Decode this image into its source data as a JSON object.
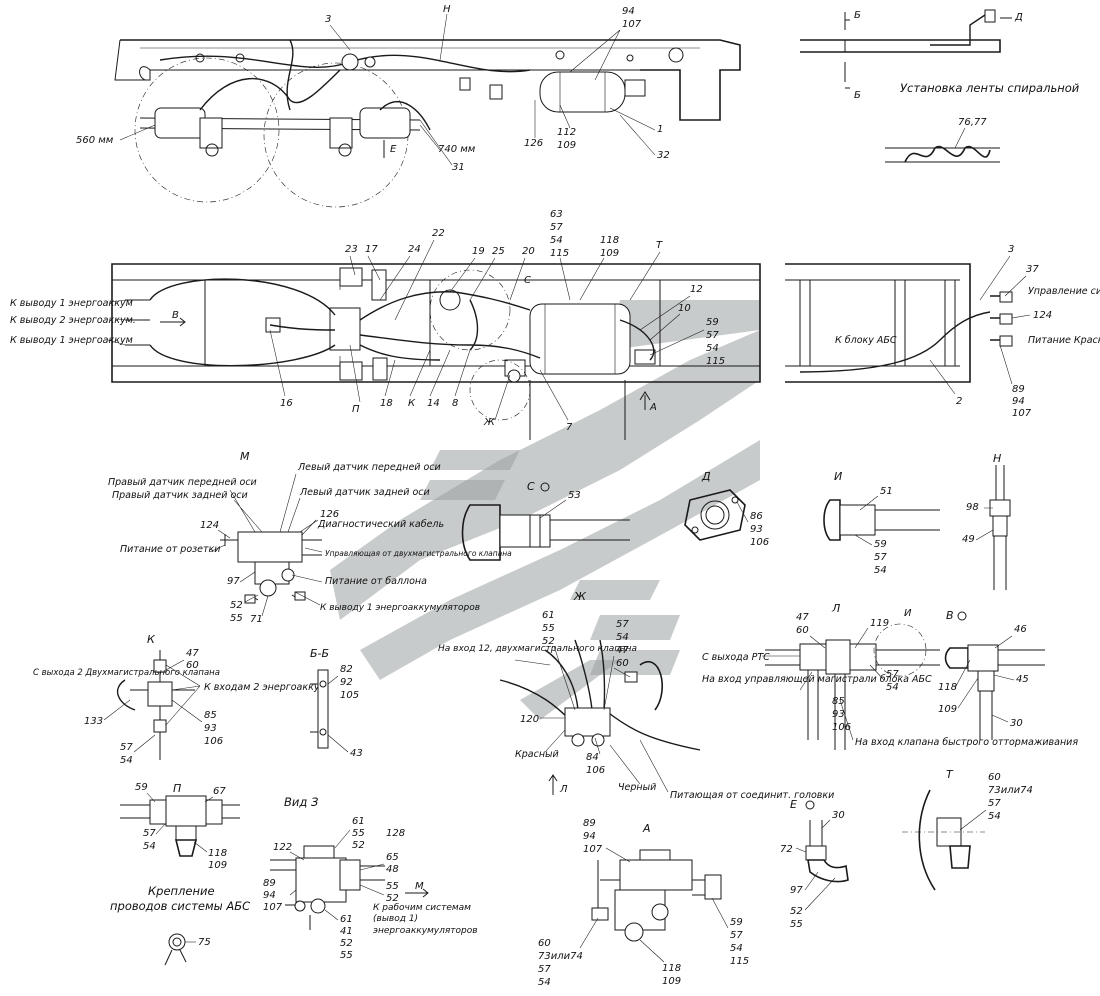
{
  "top_view": {
    "dim_560": "560 мм",
    "dim_740": "740 мм",
    "section_marks": {
      "b": "Б",
      "d": "Д",
      "e": "Е",
      "n": "Н",
      "three": "3"
    },
    "pos": [
      "94",
      "107",
      "126",
      "112",
      "109",
      "1",
      "32",
      "31"
    ]
  },
  "spiral": {
    "title": "Установка ленты спиральной",
    "pos": "76,77"
  },
  "plan_view": {
    "left_labels": [
      "К выводу 1 энергоаккум",
      "К выводу 2 энергоаккум.",
      "К выводу 1 энергоаккум"
    ],
    "arrow_v": "В",
    "top_pos": [
      "23",
      "17",
      "24",
      "22",
      "19",
      "25",
      "20",
      "63",
      "57",
      "54",
      "115",
      "118",
      "109",
      "Т",
      "С",
      "12",
      "10"
    ],
    "bottom_pos": [
      "16",
      "П",
      "18",
      "К",
      "14",
      "8",
      "Ж",
      "7",
      "А"
    ],
    "mid_pos": [
      "59",
      "57",
      "54",
      "115"
    ],
    "abs_label": "К блоку АБС",
    "right_labels": [
      "Управление синий",
      "Питание Красный"
    ],
    "right_pos": [
      "3",
      "37",
      "124",
      "89",
      "94",
      "107",
      "2"
    ]
  },
  "view_m": {
    "title": "М",
    "labels": [
      "Правый датчик передней оси",
      "Правый датчик задней оси",
      "Левый датчик передней оси",
      "Левый датчик задней оси",
      "Диагностический кабель",
      "Питание от розетки",
      "Управляющая от двухмагистрального клапана",
      "Питание от баллона",
      "К выводу 1 энергоаккумуляторов"
    ],
    "pos": [
      "124",
      "126",
      "97",
      "52",
      "55",
      "71"
    ]
  },
  "view_c": {
    "title": "С",
    "pos": "53"
  },
  "view_d": {
    "title": "Д",
    "pos": [
      "86",
      "93",
      "106"
    ]
  },
  "view_i": {
    "title": "И",
    "pos": [
      "51",
      "59",
      "57",
      "54"
    ]
  },
  "view_n": {
    "title": "Н",
    "pos": [
      "98",
      "49"
    ]
  },
  "view_k": {
    "title": "К",
    "labels": [
      "С выхода 2 Двухмагистрального клапана",
      "К входам 2 энергоаккум."
    ],
    "pos": [
      "47",
      "60",
      "85",
      "93",
      "106",
      "133",
      "57",
      "54"
    ]
  },
  "view_bb": {
    "title": "Б-Б",
    "pos": [
      "82",
      "92",
      "105",
      "43"
    ]
  },
  "view_zh": {
    "title": "Ж",
    "labels": [
      "На вход 12, двухмагистрального клапана",
      "Красный",
      "Черный",
      "Питающая от соединит. головки"
    ],
    "pos": [
      "61",
      "55",
      "52",
      "57",
      "54",
      "47",
      "60",
      "120",
      "84",
      "106",
      "Л"
    ]
  },
  "view_l": {
    "title": "Л",
    "labels": [
      "С выхода РТС",
      "На вход управляющей магистрали блока АБС",
      "На вход клапана быстрого оттормаживания"
    ],
    "pos": [
      "47",
      "60",
      "119",
      "И",
      "57",
      "54",
      "85",
      "93",
      "106"
    ]
  },
  "view_v": {
    "title": "В",
    "pos": [
      "46",
      "45",
      "118",
      "109",
      "30"
    ]
  },
  "view_p": {
    "title": "П",
    "pos": [
      "59",
      "67",
      "57",
      "54",
      "118",
      "109"
    ]
  },
  "view_z": {
    "title": "Вид З",
    "labels": [
      "К рабочим системам (вывод 1) энергоаккумуляторов"
    ],
    "pos": [
      "61",
      "55",
      "52",
      "128",
      "122",
      "65",
      "48",
      "89",
      "94",
      "107",
      "55",
      "52",
      "М",
      "61",
      "41",
      "52",
      "55"
    ]
  },
  "view_a": {
    "title": "А",
    "pos": [
      "89",
      "94",
      "107",
      "60",
      "73или74",
      "57",
      "54",
      "59",
      "57",
      "54",
      "115",
      "118",
      "109"
    ]
  },
  "view_e": {
    "title": "Е",
    "pos": [
      "30",
      "72",
      "97",
      "52",
      "55"
    ]
  },
  "view_t": {
    "title": "Т",
    "pos": [
      "60",
      "73или74",
      "57",
      "54"
    ]
  },
  "abs_mount": {
    "title": "Крепление проводов системы АБС",
    "pos": "75"
  }
}
